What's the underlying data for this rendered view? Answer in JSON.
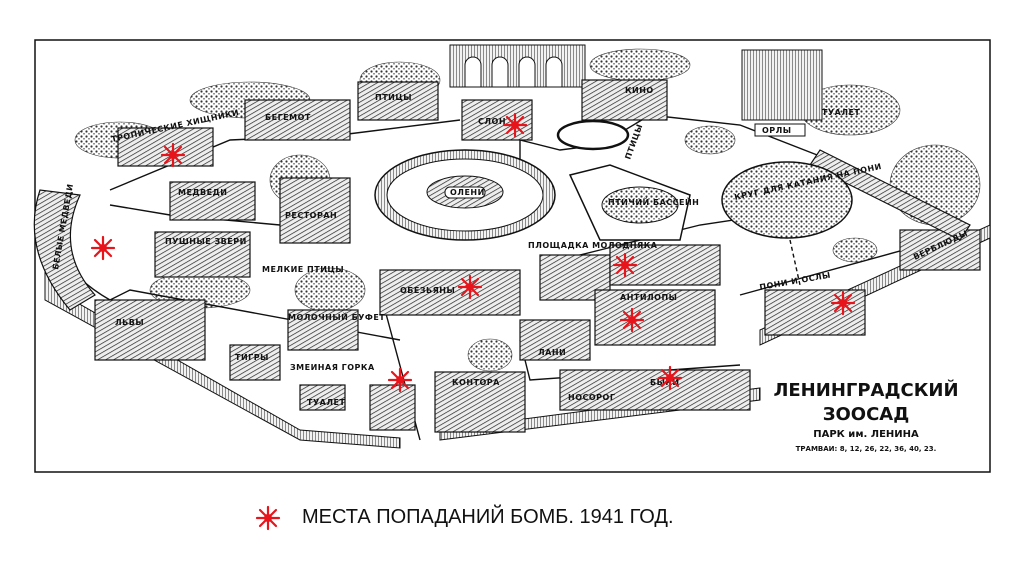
{
  "map": {
    "title": "ЛЕНИНГРАДСКИЙ",
    "title2": "ЗООСАД",
    "subtitle": "ПАРК им. ЛЕНИНА",
    "trams": "ТРАМВАИ: 8, 12, 26, 22, 36, 40, 23.",
    "labels": {
      "tropical": "ТРОПИЧЕСКИЕ ХИЩНИКИ",
      "hippo": "БЕГЕМОТ",
      "birds_top": "ПТИЦЫ",
      "elephant": "СЛОН",
      "cinema": "КИНО",
      "birds_vertical": "ПТИЦЫ",
      "eagles": "ОРЛЫ",
      "toilet_top": "ТУАЛЕТ",
      "deer": "ОЛЕНИ",
      "bears": "МЕДВЕДИ",
      "restaurant": "РЕСТОРАН",
      "polar_bears": "БЕЛЫЕ МЕДВЕДИ",
      "fur_animals": "ПУШНЫЕ ЗВЕРИ",
      "small_birds": "МЕЛКИЕ ПТИЦЫ",
      "milk_buffet": "МОЛОЧНЫЙ БУФЕТ",
      "lions": "ЛЬВЫ",
      "tigers": "ТИГРЫ",
      "snake_hill": "ЗМЕИНАЯ ГОРКА",
      "toilet_bottom": "ТУАЛЕТ",
      "office": "КОНТОРА",
      "monkeys": "ОБЕЗЬЯНЫ",
      "young_ground": "ПЛОЩАДКА МОЛОДНЯКА",
      "bird_pool": "ПТИЧИЙ БАССЕЙН",
      "pony_ring": "КРУГ ДЛЯ КАТАНИЯ НА ПОНИ",
      "ponies": "ПОНИ И ОСЛЫ",
      "camels": "ВЕРБЛЮДЫ",
      "antelopes": "АНТИЛОПЫ",
      "fallow_deer": "ЛАНИ",
      "rhino": "НОСОРОГ",
      "bulls": "БЫКИ"
    },
    "bomb_marker_color": "#e8141c",
    "bomb_hits_count": 9
  },
  "legend": {
    "icon": "red-star-burst-icon",
    "text": "МЕСТА ПОПАДАНИЙ БОМБ. 1941 ГОД."
  }
}
